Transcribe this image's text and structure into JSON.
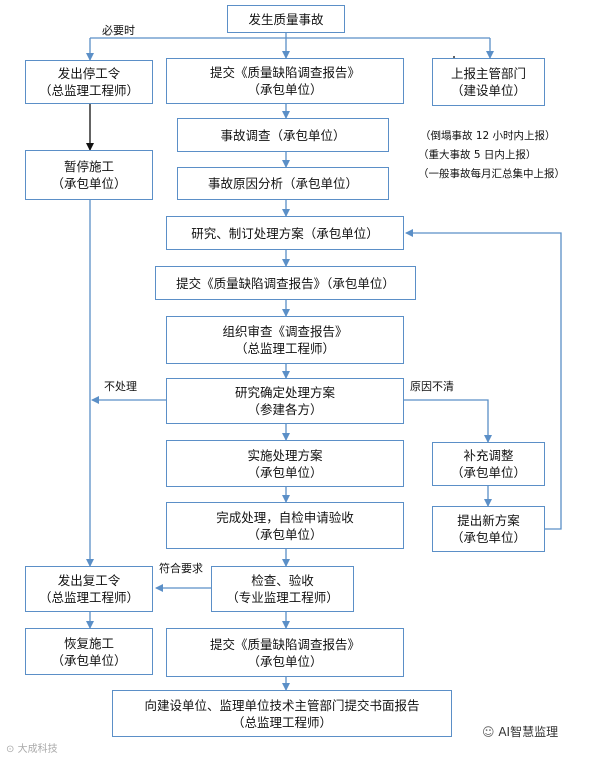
{
  "nodes": {
    "accident": [
      "发生质量事故"
    ],
    "stop_order": [
      "发出停工令",
      "（总监理工程师）"
    ],
    "submit_report_1": [
      "提交《质量缺陷调查报告》",
      "（承包单位）"
    ],
    "report_dept": [
      "上报主管部门",
      "（建设单位）"
    ],
    "investigation": [
      "事故调查（承包单位）"
    ],
    "cause_analysis": [
      "事故原因分析（承包单位）"
    ],
    "pause_work": [
      "暂停施工",
      "（承包单位）"
    ],
    "study_plan": [
      "研究、制订处理方案（承包单位）"
    ],
    "submit_report_2": [
      "提交《质量缺陷调查报告》（承包单位）"
    ],
    "review_report": [
      "组织审查《调查报告》",
      "（总监理工程师）"
    ],
    "determine_plan": [
      "研究确定处理方案",
      "（参建各方）"
    ],
    "implement_plan": [
      "实施处理方案",
      "（承包单位）"
    ],
    "supplement": [
      "补充调整",
      "（承包单位）"
    ],
    "new_plan": [
      "提出新方案",
      "（承包单位）"
    ],
    "complete": [
      "完成处理，自检申请验收",
      "（承包单位）"
    ],
    "resume_order": [
      "发出复工令",
      "（总监理工程师）"
    ],
    "inspect": [
      "检查、验收",
      "（专业监理工程师）"
    ],
    "resume_work": [
      "恢复施工",
      "（承包单位）"
    ],
    "submit_report_3": [
      "提交《质量缺陷调查报告》",
      "（承包单位）"
    ],
    "final_report": [
      "向建设单位、监理单位技术主管部门提交书面报告",
      "（总监理工程师）"
    ]
  },
  "edge_labels": {
    "when_necessary": "必要时",
    "no_treatment": "不处理",
    "unclear_cause": "原因不清",
    "meets_requirements": "符合要求"
  },
  "notes": [
    "（倒塌事故 12 小时内上报）",
    "（重大事故 5 日内上报）",
    "（一般事故每月汇总集中上报）"
  ],
  "watermarks": {
    "left": "大成科技",
    "right": "AI智慧监理"
  },
  "colors": {
    "box_border": "#5b8fc7",
    "arrow": "#5b8fc7",
    "black_arrow": "#111111"
  }
}
